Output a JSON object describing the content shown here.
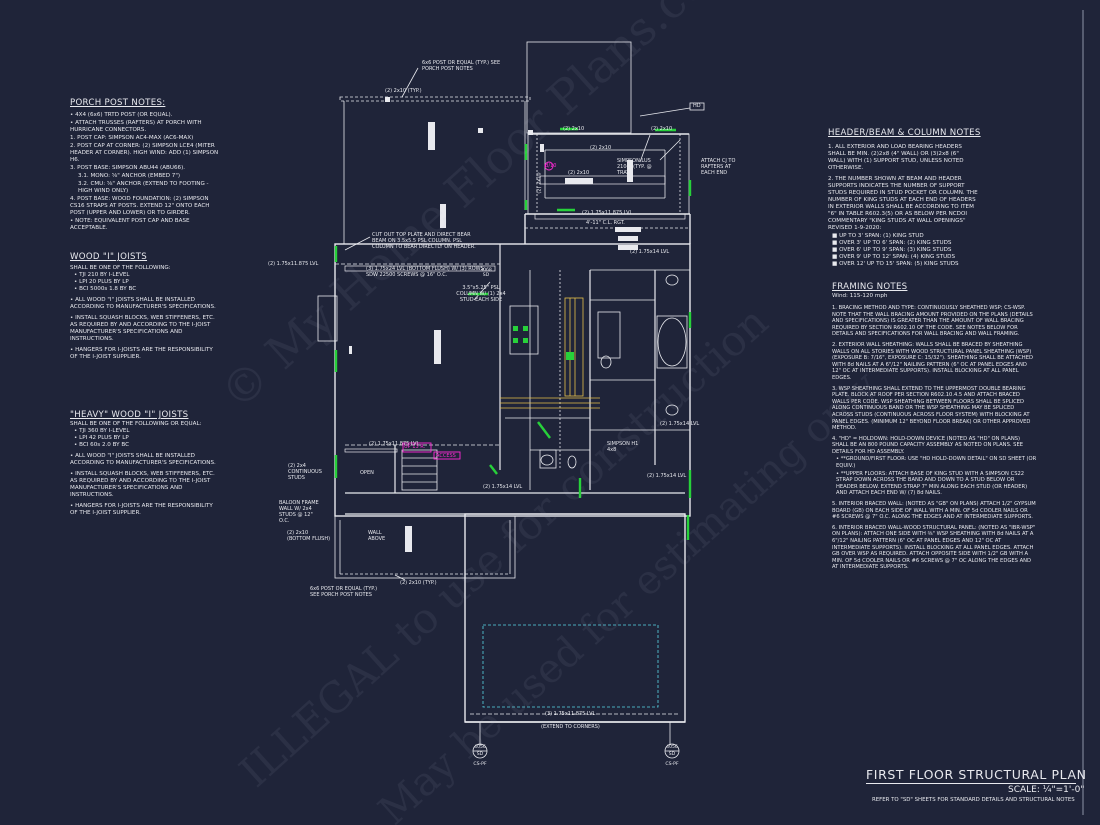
{
  "sheet": {
    "title": "FIRST FLOOR STRUCTURAL PLAN",
    "scale": "SCALE: ¼\"=1'-0\"",
    "reference": "REFER TO \"SD\" SHEETS FOR STANDARD DETAILS AND STRUCTURAL NOTES"
  },
  "watermarks": [
    "© My Home Floor Plans.com",
    "ILLEGAL to use for construction",
    "May be used for estimating only"
  ],
  "porch_post_notes": {
    "heading": "PORCH POST NOTES:",
    "items": [
      "•  4X4 (6x6) TRTD POST (OR EQUAL).",
      "•  ATTACH TRUSSES (RAFTERS) AT PORCH WITH HURRICANE CONNECTORS.",
      "1.  POST CAP: SIMPSON AC4-MAX (AC6-MAX)",
      "2.  POST CAP AT CORNER: (2) SIMPSON LCE4 (MITER HEADER AT CORNER). HIGH WIND: ADD (1) SIMPSON H6.",
      "3.  POST BASE: SIMPSON ABU44 (ABU66).",
      "3.1.  MONO: ⅝\" ANCHOR (EMBED 7\")",
      "3.2.  CMU: ⅝\" ANCHOR (EXTEND TO FOOTING - HIGH WIND ONLY)",
      "4.  POST BASE: WOOD FOUNDATION: (2) SIMPSON CS16 STRAPS AT POSTS. EXTEND 12\" ONTO EACH POST (UPPER AND LOWER) OR TO GIRDER.",
      "•  NOTE: EQUIVALENT POST CAP AND BASE ACCEPTABLE."
    ]
  },
  "wood_i_joists": {
    "heading": "WOOD \"I\" JOISTS",
    "subheading": "SHALL BE ONE OF THE FOLLOWING:",
    "options": [
      "•  TJI 210 BY I-LEVEL",
      "•  LPI 20 PLUS BY LP",
      "•  BCI 5000s 1.8 BY BC"
    ],
    "items": [
      "•  ALL WOOD \"I\" JOISTS SHALL BE INSTALLED ACCORDING TO MANUFACTURER'S SPECIFICATIONS.",
      "•  INSTALL SQUASH BLOCKS, WEB STIFFENERS, ETC. AS REQUIRED BY AND ACCORDING TO THE I-JOIST MANUFACTURER'S SPECIFICATIONS AND INSTRUCTIONS.",
      "•  HANGERS FOR I-JOISTS ARE THE RESPONSIBILITY OF THE I-JOIST SUPPLIER."
    ]
  },
  "heavy_i_joists": {
    "heading": "\"HEAVY\" WOOD \"I\" JOISTS",
    "subheading": "SHALL BE ONE OF THE FOLLOWING OR EQUAL:",
    "options": [
      "•  TJI 360 BY I-LEVEL",
      "•  LPI 42 PLUS BY LP",
      "•  BCI 60s 2.0 BY BC"
    ],
    "items": [
      "•  ALL WOOD \"I\" JOISTS SHALL BE INSTALLED ACCORDING TO MANUFACTURER'S SPECIFICATIONS.",
      "•  INSTALL SQUASH BLOCKS, WEB STIFFENERS, ETC. AS REQUIRED BY AND ACCORDING TO THE I-JOIST MANUFACTURER'S SPECIFICATIONS AND INSTRUCTIONS.",
      "•  HANGERS FOR I-JOISTS ARE THE RESPONSIBILITY OF THE I-JOIST SUPPLIER."
    ]
  },
  "header_notes": {
    "heading": "HEADER/BEAM & COLUMN NOTES",
    "items": [
      "1.  ALL EXTERIOR AND LOAD BEARING HEADERS SHALL BE MIN. (2)2x8 (4\" WALL) OR (3)2x8 (6\" WALL) WITH (1) SUPPORT STUD, UNLESS NOTED OTHERWISE.",
      "2.  THE NUMBER SHOWN AT BEAM AND HEADER SUPPORTS INDICATES THE NUMBER OF SUPPORT STUDS REQUIRED IN STUD POCKET OR COLUMN. THE NUMBER OF KING STUDS AT EACH END OF HEADERS IN EXTERIOR WALLS SHALL BE ACCORDING TO ITEM \"6\" IN TABLE R602.3(5) OR AS BELOW PER NCDOI COMMENTARY \"KING STUDS AT WALL OPENINGS\" REVISED 1-9-2020:"
    ],
    "studs": [
      "■  UP TO 3' SPAN: (1) KING STUD",
      "■  OVER 3' UP TO 6' SPAN: (2) KING STUDS",
      "■  OVER 6' UP TO 9' SPAN: (3) KING STUDS",
      "■  OVER 9' UP TO 12' SPAN: (4) KING STUDS",
      "■  OVER 12' UP TO 15' SPAN: (5) KING STUDS"
    ]
  },
  "framing_notes": {
    "heading": "FRAMING NOTES",
    "wind": "Wind: 115-120 mph",
    "items": [
      "1.  BRACING METHOD AND TYPE: CONTINUOUSLY SHEATHED WSP; CS-WSP. NOTE THAT THE WALL BRACING AMOUNT PROVIDED ON THE PLANS (DETAILS AND SPECIFICATIONS) IS GREATER THAN THE AMOUNT OF WALL BRACING REQUIRED BY SECTION R602.10 OF THE CODE. SEE NOTES BELOW FOR DETAILS AND SPECIFICATIONS FOR WALL BRACING AND WALL FRAMING.",
      "2.  EXTERIOR WALL SHEATHING: WALLS SHALL BE BRACED BY SHEATHING WALLS ON ALL STORIES WITH WOOD STRUCTURAL PANEL SHEATHING (WSP) (EXPOSURE B: 7/16\", EXPOSURE C: 15/32\"). SHEATHING SHALL BE ATTACHED WITH 8d NAILS AT A 6\"/12\" NAILING PATTERN (6\" OC AT PANEL EDGES AND 12\" OC AT INTERMEDIATE SUPPORTS). INSTALL BLOCKING AT ALL PANEL EDGES.",
      "3.  WSP SHEATHING SHALL EXTEND TO THE UPPERMOST DOUBLE BEARING PLATE. BLOCK AT ROOF PER SECTION R602.10.4.5 AND ATTACH BRACED WALLS PER CODE. WSP SHEATHING BETWEEN FLOORS SHALL BE SPLICED ALONG CONTINUOUS BAND OR THE WSP SHEATHING MAY BE SPLICED ACROSS STUDS (CONTINUOUS ACROSS FLOOR SYSTEM) WITH BLOCKING AT PANEL EDGES. (MINIMUM 12\" BEYOND FLOOR BREAK) OR OTHER APPROVED METHOD.",
      "4.  \"HD\" = HOLDOWN: HOLD-DOWN DEVICE (NOTED AS \"HD\" ON PLANS) SHALL BE AN 800 POUND CAPACITY ASSEMBLY AS NOTED ON PLANS. SEE DETAILS FOR HD ASSEMBLY.",
      "•  **GROUND/FIRST FLOOR: USE \"HD HOLD-DOWN DETAIL\" ON SD SHEET (OR EQUIV.)",
      "•  **UPPER FLOORS: ATTACH BASE OF KING STUD WITH A SIMPSON CS22 STRAP DOWN ACROSS THE BAND AND DOWN TO A STUD BELOW OR HEADER BELOW. EXTEND STRAP 7\" MIN ALONG EACH STUD (OR HEADER) AND ATTACH EACH END W/ (7) 8d NAILS.",
      "5.  INTERIOR BRACED WALL: (NOTED AS \"GB\" ON PLANS) ATTACH 1/2\" GYPSUM BOARD (GB) ON EACH SIDE OF WALL WITH A MIN. OF 5d COOLER NAILS OR #6 SCREWS @ 7\" O.C. ALONG THE EDGES AND AT INTERMEDIATE SUPPORTS.",
      "6.  INTERIOR BRACED WALL-WOOD STRUCTURAL PANEL: (NOTED AS \"IBR-WSP\" ON PLANS): ATTACH ONE SIDE WITH ⅜\" WSP SHEATHING WITH 8d NAILS AT A 6\"/12\" NAILING PATTERN (6\" OC AT PANEL EDGES AND 12\" OC AT INTERMEDIATE SUPPORTS). INSTALL BLOCKING AT ALL PANEL EDGES. ATTACH GB OVER WSP AS REQUIRED. ATTACH OPPOSITE SIDE WITH 1/2\" GB WITH A MIN. OF 5d COOLER NAILS OR #6 SCREWS @ 7\" OC ALONG THE EDGES AND AT INTERMEDIATE SUPPORTS."
    ]
  },
  "plan_labels": {
    "post_top": "6x6 POST OR EQUAL (TYP.) SEE PORCH POST NOTES",
    "post_bottom": "6x6 POST OR EQUAL (TYP.) SEE PORCH POST NOTES",
    "h_2x10_typ_top": "(2) 2x10 (TYP.)",
    "h_2x10_typ_bottom": "(2) 2x10 (TYP.)",
    "h_2x10_a": "(2) 2x10",
    "h_2x10_b": "(2) 2x10",
    "h_2x10_c": "(2) 2x10",
    "h_2x10_d": "(2) 2x10",
    "h_2x10_e": "(2) 2x10",
    "h_2x10_flush": "(2) 2x10 (BOTTOM FLUSH)",
    "simpson_lus": "SIMPSON LUS 210-2 (TYP. @ TRAY)",
    "attach_cj": "ATTACH CJ TO RAFTERS AT EACH END",
    "dim_11_10": "4'-11\" C.L. RGT.",
    "lvl_top": "(2) 1.75x11.875 LVL",
    "lvl_left": "(2) 1.75x11.875 LVL",
    "cut_out": "CUT OUT TOP PLATE AND DIRECT BEAR BEAM ON 3.5x5.5 PSL COLUMN. PSL COLUMN TO BEAR DIRECTLY ON HEADER.",
    "lvl_bottom_flush": "(3) 1.75x24 LVL (BOTTOM FLUSH) W/ (3) ROWS SDW 22500 SCREWS @ 16\" O.C.",
    "psl_column": "3.5\"x5.25\" PSL COLUMN W/ (1) 2x4 STUD EACH SIDE",
    "tag_3068": "3068 SD",
    "lvl_mid": "(2) 1.75x11.875 LVL",
    "lvl_mid2": "(2) 1.75x14 LVL",
    "lvl_right": "(2) 1.75x14 LVL",
    "lvl_bottom_right": "(2) 1.75x14 LVL",
    "continuous_studs": "(2) 2x4 CONTINUOUS STUDS",
    "open": "OPEN",
    "balloon": "BALOON FRAME WALL W/ 2x4 STUDS @ 12\" O.C.",
    "wall_above": "WALL ABOVE",
    "simpson_h": "SIMPSON H1 4x8",
    "lvl_long": "(3) 1.75x11.875 LVL",
    "extend": "(EXTEND TO CORNERS)",
    "up": "UP 13 R.",
    "access": "ACCESS",
    "magenta_tag": "B/10",
    "section_left_num": "4056",
    "section_left_sheet": "SD",
    "section_left_ref": "CS-PF",
    "section_right_num": "4056",
    "section_right_sheet": "SD",
    "section_right_ref": "CS-PF",
    "hd_tag": "HD"
  },
  "colors": {
    "background": "#1f2439",
    "linework": "#e8e9ee",
    "accent_green": "#27d13a",
    "accent_magenta": "#ff2bd6",
    "accent_yellow": "#e6c14a",
    "accent_cyan": "#5ad6e6"
  }
}
